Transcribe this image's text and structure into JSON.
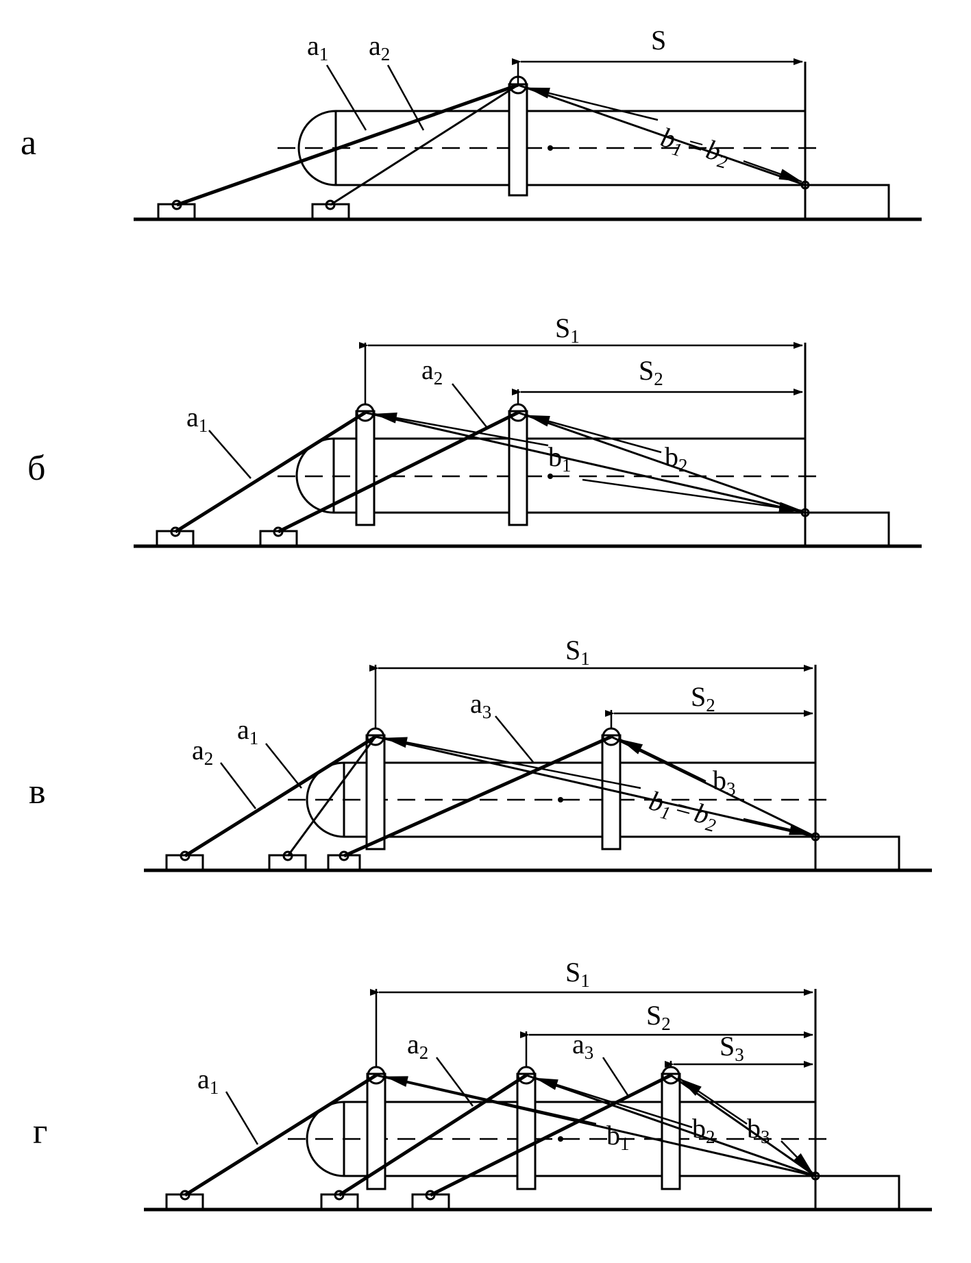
{
  "panels": [
    {
      "id": "a",
      "letter": "а",
      "dims": [
        {
          "main": "S",
          "sub": ""
        }
      ],
      "cables_a": [
        {
          "main": "a",
          "sub": "1"
        },
        {
          "main": "a",
          "sub": "2"
        }
      ],
      "cables_b": [
        {
          "main": "b",
          "sub": "1"
        },
        {
          "main": "=",
          "sub": ""
        },
        {
          "main": "b",
          "sub": "2"
        }
      ]
    },
    {
      "id": "b",
      "letter": "б",
      "dims": [
        {
          "main": "S",
          "sub": "1"
        },
        {
          "main": "S",
          "sub": "2"
        }
      ],
      "cables_a": [
        {
          "main": "a",
          "sub": "1"
        },
        {
          "main": "a",
          "sub": "2"
        }
      ],
      "cables_b": [
        {
          "main": "b",
          "sub": "1"
        },
        {
          "main": "b",
          "sub": "2"
        }
      ]
    },
    {
      "id": "v",
      "letter": "в",
      "dims": [
        {
          "main": "S",
          "sub": "1"
        },
        {
          "main": "S",
          "sub": "2"
        }
      ],
      "cables_a": [
        {
          "main": "a",
          "sub": "2"
        },
        {
          "main": "a",
          "sub": "1"
        },
        {
          "main": "a",
          "sub": "3"
        }
      ],
      "cables_b": [
        {
          "main": "b",
          "sub": "3"
        },
        {
          "main": "b",
          "sub": "1"
        },
        {
          "main": "=",
          "sub": ""
        },
        {
          "main": "b",
          "sub": "2"
        }
      ]
    },
    {
      "id": "g",
      "letter": "г",
      "dims": [
        {
          "main": "S",
          "sub": "1"
        },
        {
          "main": "S",
          "sub": "2"
        },
        {
          "main": "S",
          "sub": "3"
        }
      ],
      "cables_a": [
        {
          "main": "a",
          "sub": "1"
        },
        {
          "main": "a",
          "sub": "2"
        },
        {
          "main": "a",
          "sub": "3"
        }
      ],
      "cables_b": [
        {
          "main": "b",
          "sub": "1"
        },
        {
          "main": "b",
          "sub": "2"
        },
        {
          "main": "b",
          "sub": "3"
        }
      ]
    }
  ]
}
